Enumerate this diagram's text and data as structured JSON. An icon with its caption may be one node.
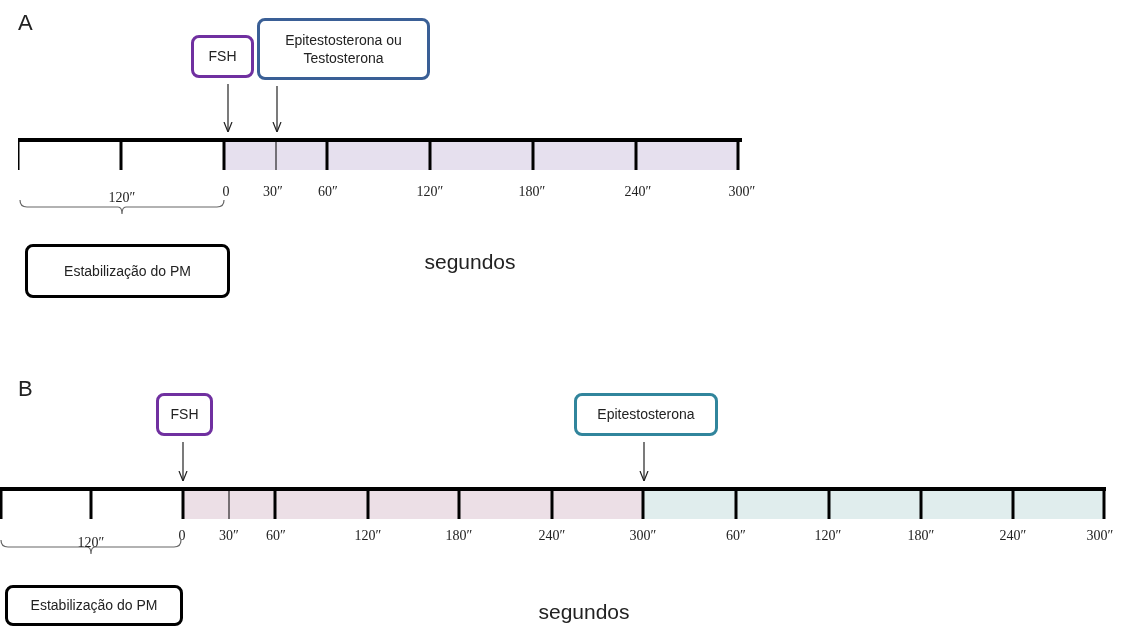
{
  "diagram": {
    "nodes": [
      {
        "text": [
          "FSH"
        ]
      },
      {
        "text": [
          "Epitestosterona ou Testosterona"
        ]
      },
      {
        "text": [],
        "shape": "bar"
      },
      {
        "text": [
          "Estabilização do PM"
        ]
      },
      {
        "text": [
          "FSH"
        ]
      },
      {
        "text": [
          "Epitestosterona"
        ]
      },
      {
        "text": [],
        "shape": "bar"
      },
      {
        "text": [
          "Estabilização do PM"
        ]
      }
    ],
    "edges": [
      {
        "from": 0,
        "to": 2,
        "arrow": "to"
      },
      {
        "from": 1,
        "to": 2,
        "arrow": "to"
      },
      {
        "from": 4,
        "to": 6,
        "arrow": "to"
      },
      {
        "from": 5,
        "to": 6,
        "arrow": "to"
      }
    ],
    "labels": [
      "A",
      "0",
      "30″",
      "60″",
      "120″",
      "180″",
      "240″",
      "300″",
      "120″",
      "segundos",
      "B",
      "0",
      "30″",
      "60″",
      "120″",
      "180″",
      "240″",
      "300″",
      "60″",
      "120″",
      "180″",
      "240″",
      "300″",
      "120″",
      "segundos"
    ]
  }
}
